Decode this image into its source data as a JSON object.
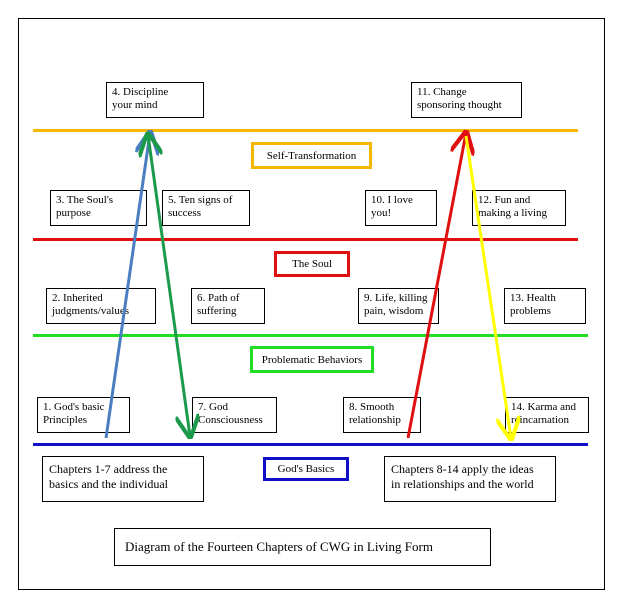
{
  "levels": {
    "self_transformation": {
      "label": "Self-Transformation",
      "color": "#f5b800"
    },
    "soul": {
      "label": "The Soul",
      "color": "#e01010"
    },
    "problematic_behaviors": {
      "label": "Problematic Behaviors",
      "color": "#22dd22"
    },
    "gods_basics": {
      "label": "God's Basics",
      "color": "#1010c8"
    }
  },
  "chapters": {
    "c1": {
      "line1": "1. God's basic",
      "line2": "Principles"
    },
    "c2": {
      "line1": "2.  Inherited",
      "line2": "judgments/values"
    },
    "c3": {
      "line1": "3. The Soul's",
      "line2": "purpose"
    },
    "c4": {
      "line1": "4. Discipline",
      "line2": "your mind"
    },
    "c5": {
      "line1": "5. Ten signs of",
      "line2": "success"
    },
    "c6": {
      "line1": "6. Path of",
      "line2": "suffering"
    },
    "c7": {
      "line1": "7. God",
      "line2": "Consciousness"
    },
    "c8": {
      "line1": "8. Smooth",
      "line2": "relationship"
    },
    "c9": {
      "line1": "9. Life, killing",
      "line2": "pain, wisdom"
    },
    "c10": {
      "line1": "10. I love",
      "line2": "you!"
    },
    "c11": {
      "line1": "11. Change",
      "line2": "sponsoring thought"
    },
    "c12": {
      "line1": "12. Fun and",
      "line2": "making a living"
    },
    "c13": {
      "line1": "13. Health",
      "line2": "problems"
    },
    "c14": {
      "line1": "14. Karma and",
      "line2": "reincarnation"
    }
  },
  "notes": {
    "left": {
      "line1": "Chapters 1-7 address the",
      "line2": "basics and the individual"
    },
    "right": {
      "line1": "Chapters 8-14 apply the ideas",
      "line2": "in relationships and the world"
    }
  },
  "caption": "Diagram of the Fourteen Chapters of CWG in Living Form",
  "arrow_colors": {
    "blue": "#4a7ec0",
    "green": "#1c9a4c",
    "red": "#e01010",
    "yellow": "#ffff00"
  }
}
